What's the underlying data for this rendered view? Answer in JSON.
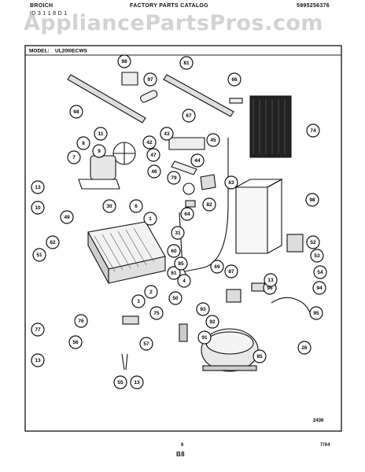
{
  "header": {
    "brand": "BROICH",
    "brand_sub": "ID 3 1 1 8 D 1",
    "catalog_title": "FACTORY PARTS CATALOG",
    "catalog_number": "5995256376",
    "model_label": "MODEL:",
    "model_value": "UL20I0ECWS"
  },
  "watermark": {
    "text": "AppliancePartsPros.com"
  },
  "callouts": [
    "11",
    "7",
    "8",
    "9",
    "13",
    "10",
    "49",
    "30",
    "6",
    "1",
    "62",
    "51",
    "3",
    "2",
    "50",
    "61",
    "4",
    "76",
    "77",
    "56",
    "13",
    "55",
    "57",
    "13",
    "75",
    "60",
    "68",
    "98",
    "97",
    "81",
    "66",
    "67",
    "74",
    "43",
    "42",
    "45",
    "47",
    "46",
    "44",
    "79",
    "63",
    "64",
    "82",
    "31",
    "85",
    "52",
    "53",
    "54",
    "96",
    "69",
    "87",
    "13",
    "94",
    "95",
    "93",
    "92",
    "91",
    "85",
    "98",
    "26"
  ],
  "footer": {
    "drawing_number": "2436",
    "page_number": "6",
    "section": "B8",
    "date": "7/94"
  }
}
